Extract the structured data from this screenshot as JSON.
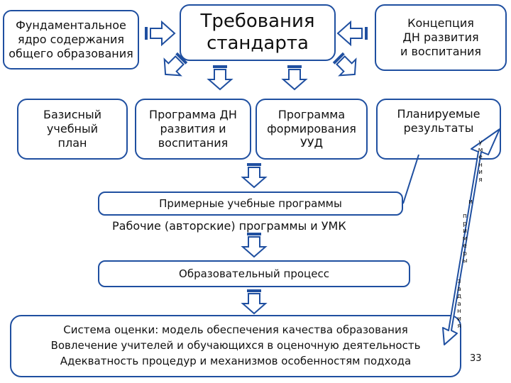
{
  "slide": {
    "fundamental_core": "Фундаментальное\nядро содержания\nобщего образования",
    "standard_requirements": "Требования\nстандарта",
    "development_concept": "Концепция\nДН развития\nи воспитания",
    "basic_curriculum": "Базисный\nучебный\nплан",
    "dn_program": "Программа ДН\nразвития и\nвоспитания",
    "uud_program": "Программа\nформирования\nУУД",
    "planned_results": "Планируемые\nрезультаты",
    "sample_programs": "Примерные учебные программы",
    "working_programs": "Рабочие (авторские) программы и УМК",
    "educational_process": "Образовательный процесс",
    "assessment_system": "Система оценки: модель обеспечения качества образования\nВовлечение учителей и обучающихся в оценочную деятельность\nАдекватность процедур и механизмов особенностям подхода",
    "vertical_label_1": "у\nм\nе\nн\nи\nя",
    "vertical_label_2": "и",
    "vertical_label_3": "п\nр\nи\nм\nе\nр\nы",
    "vertical_label_4": "з\nа\nд\nа\nн\nи\nя",
    "page_number": "33"
  },
  "colors": {
    "accent": "#1f4fa0",
    "background": "#ffffff"
  }
}
